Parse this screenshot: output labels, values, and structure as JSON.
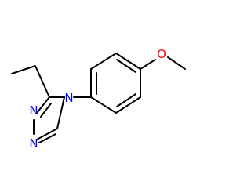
{
  "molecule": {
    "atoms": {
      "n4": {
        "symbol": "N",
        "color": "#0000ff"
      },
      "n1": {
        "symbol": "N",
        "color": "#0000ff"
      },
      "n2": {
        "symbol": "N",
        "color": "#0000ff"
      },
      "o": {
        "symbol": "O",
        "color": "#ff0000"
      }
    }
  }
}
